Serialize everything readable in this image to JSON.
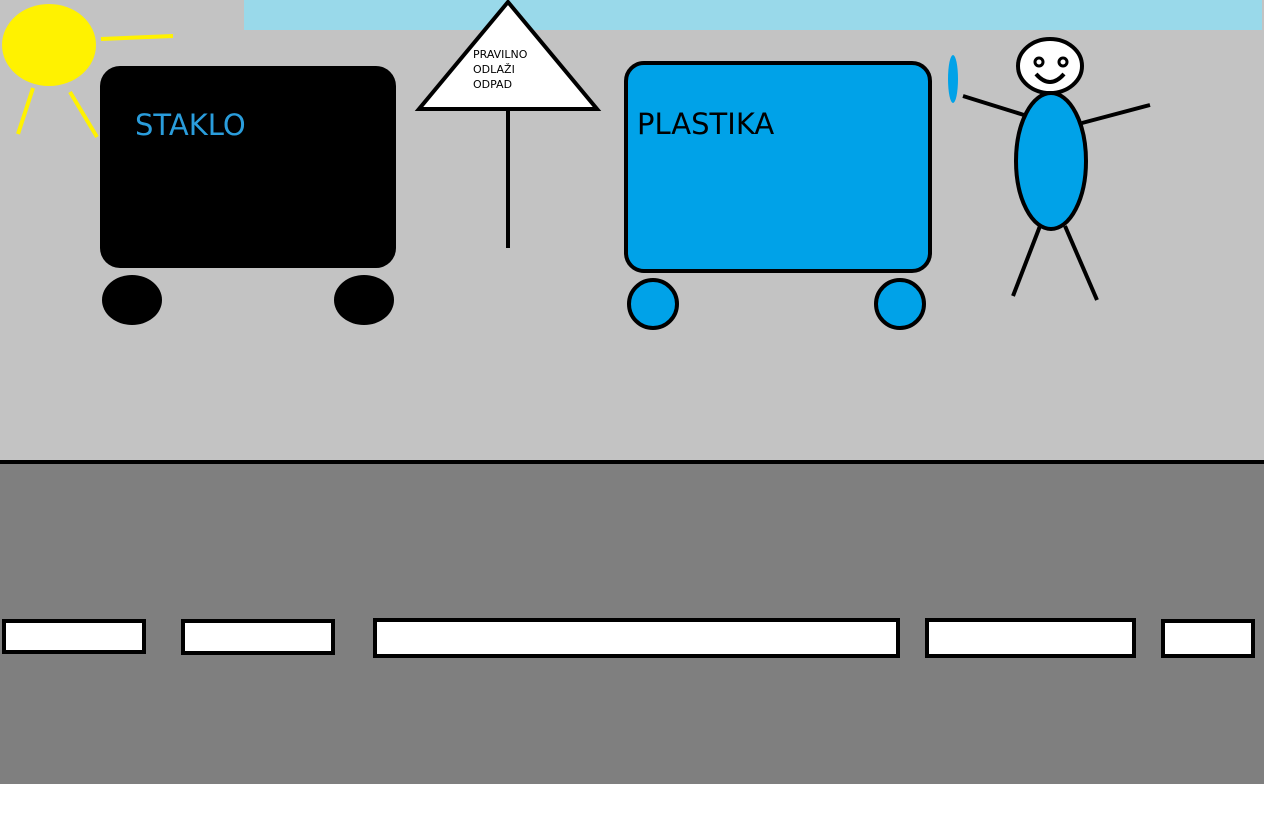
{
  "colors": {
    "sidewalk": "#c3c3c3",
    "sky": "#99d9ea",
    "road": "#7f7f7f",
    "road_stripe": "#ffffff",
    "outline": "#000000",
    "sun": "#fff200",
    "glass_bin": "#000000",
    "glass_label": "#2a9ddc",
    "plastic_bin": "#00a2e8",
    "plastic_label": "#000000",
    "person_body": "#00a2e8",
    "person_head": "#ffffff",
    "sign_fill": "#ffffff"
  },
  "bins": {
    "glass": {
      "label": "STAKLO"
    },
    "plastic": {
      "label": "PLASTIKA"
    }
  },
  "sign": {
    "lines": [
      "PRAVILNO",
      "ODLAŽI",
      "ODPAD"
    ]
  },
  "icons": {
    "sun": "sun-icon",
    "person": "stick-figure",
    "sign": "warning-triangle-sign"
  }
}
